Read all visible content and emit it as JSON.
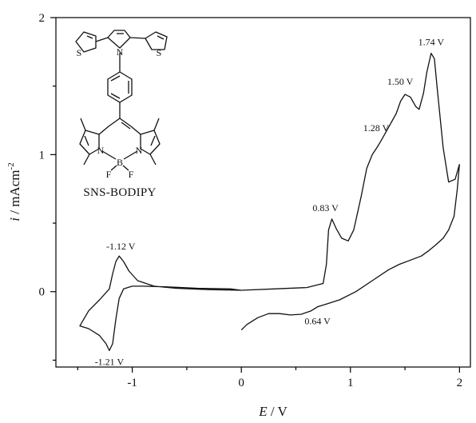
{
  "chart_data": {
    "type": "line",
    "title": "",
    "xlabel": {
      "italic": "E",
      "rest": " / V"
    },
    "ylabel": {
      "italic": "i",
      "rest": " / mAcm",
      "sup": "-2"
    },
    "xlim": [
      -1.7,
      2.1
    ],
    "ylim": [
      -0.55,
      2.0
    ],
    "x_ticks": [
      -1,
      0,
      1,
      2
    ],
    "y_ticks": [
      0,
      1,
      2
    ],
    "grid": false,
    "series": [
      {
        "name": "",
        "x": [
          0.0,
          0.3,
          0.6,
          0.75,
          0.78,
          0.8,
          0.83,
          0.87,
          0.92,
          0.98,
          1.03,
          1.1,
          1.15,
          1.2,
          1.25,
          1.28,
          1.35,
          1.42,
          1.46,
          1.5,
          1.55,
          1.6,
          1.63,
          1.67,
          1.7,
          1.74,
          1.77,
          1.8,
          1.85,
          1.9,
          1.96,
          2.0
        ],
        "y": [
          0.01,
          0.02,
          0.03,
          0.06,
          0.2,
          0.45,
          0.53,
          0.46,
          0.39,
          0.37,
          0.45,
          0.7,
          0.9,
          1.0,
          1.06,
          1.1,
          1.2,
          1.3,
          1.39,
          1.44,
          1.42,
          1.35,
          1.33,
          1.45,
          1.6,
          1.74,
          1.7,
          1.45,
          1.05,
          0.8,
          0.82,
          0.93
        ]
      },
      {
        "name": "",
        "x": [
          2.0,
          1.98,
          1.95,
          1.9,
          1.85,
          1.78,
          1.72,
          1.65,
          1.55,
          1.45,
          1.35,
          1.2,
          1.05,
          0.9,
          0.78,
          0.7,
          0.64,
          0.55,
          0.45,
          0.35,
          0.25,
          0.15,
          0.05,
          0.0
        ],
        "y": [
          0.93,
          0.75,
          0.55,
          0.45,
          0.39,
          0.34,
          0.3,
          0.26,
          0.23,
          0.2,
          0.16,
          0.08,
          0.0,
          -0.06,
          -0.09,
          -0.11,
          -0.14,
          -0.165,
          -0.17,
          -0.16,
          -0.16,
          -0.19,
          -0.24,
          -0.28
        ]
      },
      {
        "name": "",
        "x": [
          0.0,
          -0.3,
          -0.6,
          -0.8,
          -0.95,
          -1.03,
          -1.08,
          -1.12,
          -1.15,
          -1.18,
          -1.21,
          -1.3,
          -1.4,
          -1.48,
          -1.4,
          -1.3,
          -1.24,
          -1.21,
          -1.18,
          -1.15,
          -1.12,
          -1.08,
          -1.0,
          -0.9,
          -0.7,
          -0.4,
          -0.1,
          0.0
        ],
        "y": [
          0.01,
          0.015,
          0.025,
          0.04,
          0.08,
          0.15,
          0.22,
          0.26,
          0.22,
          0.13,
          0.02,
          -0.06,
          -0.14,
          -0.25,
          -0.27,
          -0.32,
          -0.38,
          -0.43,
          -0.38,
          -0.2,
          -0.05,
          0.02,
          0.04,
          0.04,
          0.035,
          0.025,
          0.02,
          0.01
        ]
      }
    ],
    "annotations": [
      {
        "text": "1.74 V",
        "x": 1.74,
        "y": 1.74
      },
      {
        "text": "1.50 V",
        "x": 1.5,
        "y": 1.44
      },
      {
        "text": "1.28 V",
        "x": 1.28,
        "y": 1.1
      },
      {
        "text": "0.83 V",
        "x": 0.83,
        "y": 0.53
      },
      {
        "text": "-1.12 V",
        "x": -1.12,
        "y": 0.26
      },
      {
        "text": "-1.21 V",
        "x": -1.21,
        "y": -0.43
      },
      {
        "text": "0.64 V",
        "x": 0.64,
        "y": -0.14
      }
    ],
    "molecule": {
      "label": "SNS-BODIPY",
      "atoms": {
        "s": "S",
        "n": "N",
        "b": "B",
        "f": "F"
      }
    }
  }
}
